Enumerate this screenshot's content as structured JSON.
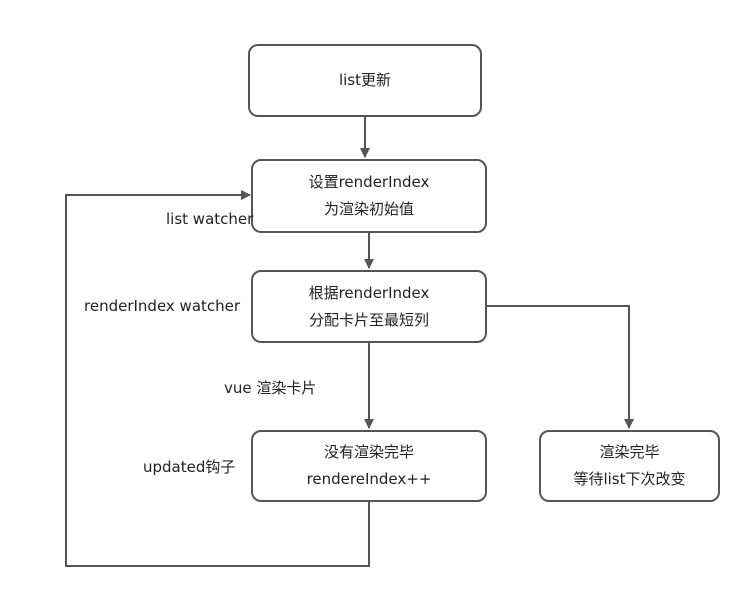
{
  "nodes": {
    "list_update": {
      "line1": "list更新"
    },
    "set_render_index": {
      "line1": "设置renderIndex",
      "line2": "为渲染初始值"
    },
    "assign_cards": {
      "line1": "根据renderIndex",
      "line2": "分配卡片至最短列"
    },
    "not_finished": {
      "line1": "没有渲染完毕",
      "line2": "rendereIndex++"
    },
    "finished": {
      "line1": "渲染完毕",
      "line2": "等待list下次改变"
    }
  },
  "edge_labels": {
    "list_watcher": "list watcher",
    "render_index_watcher": "renderIndex watcher",
    "vue_render_cards": "vue 渲染卡片",
    "updated_hook": "updated钩子"
  },
  "colors": {
    "line": "#555555",
    "border": "#555555",
    "text": "#222222"
  }
}
